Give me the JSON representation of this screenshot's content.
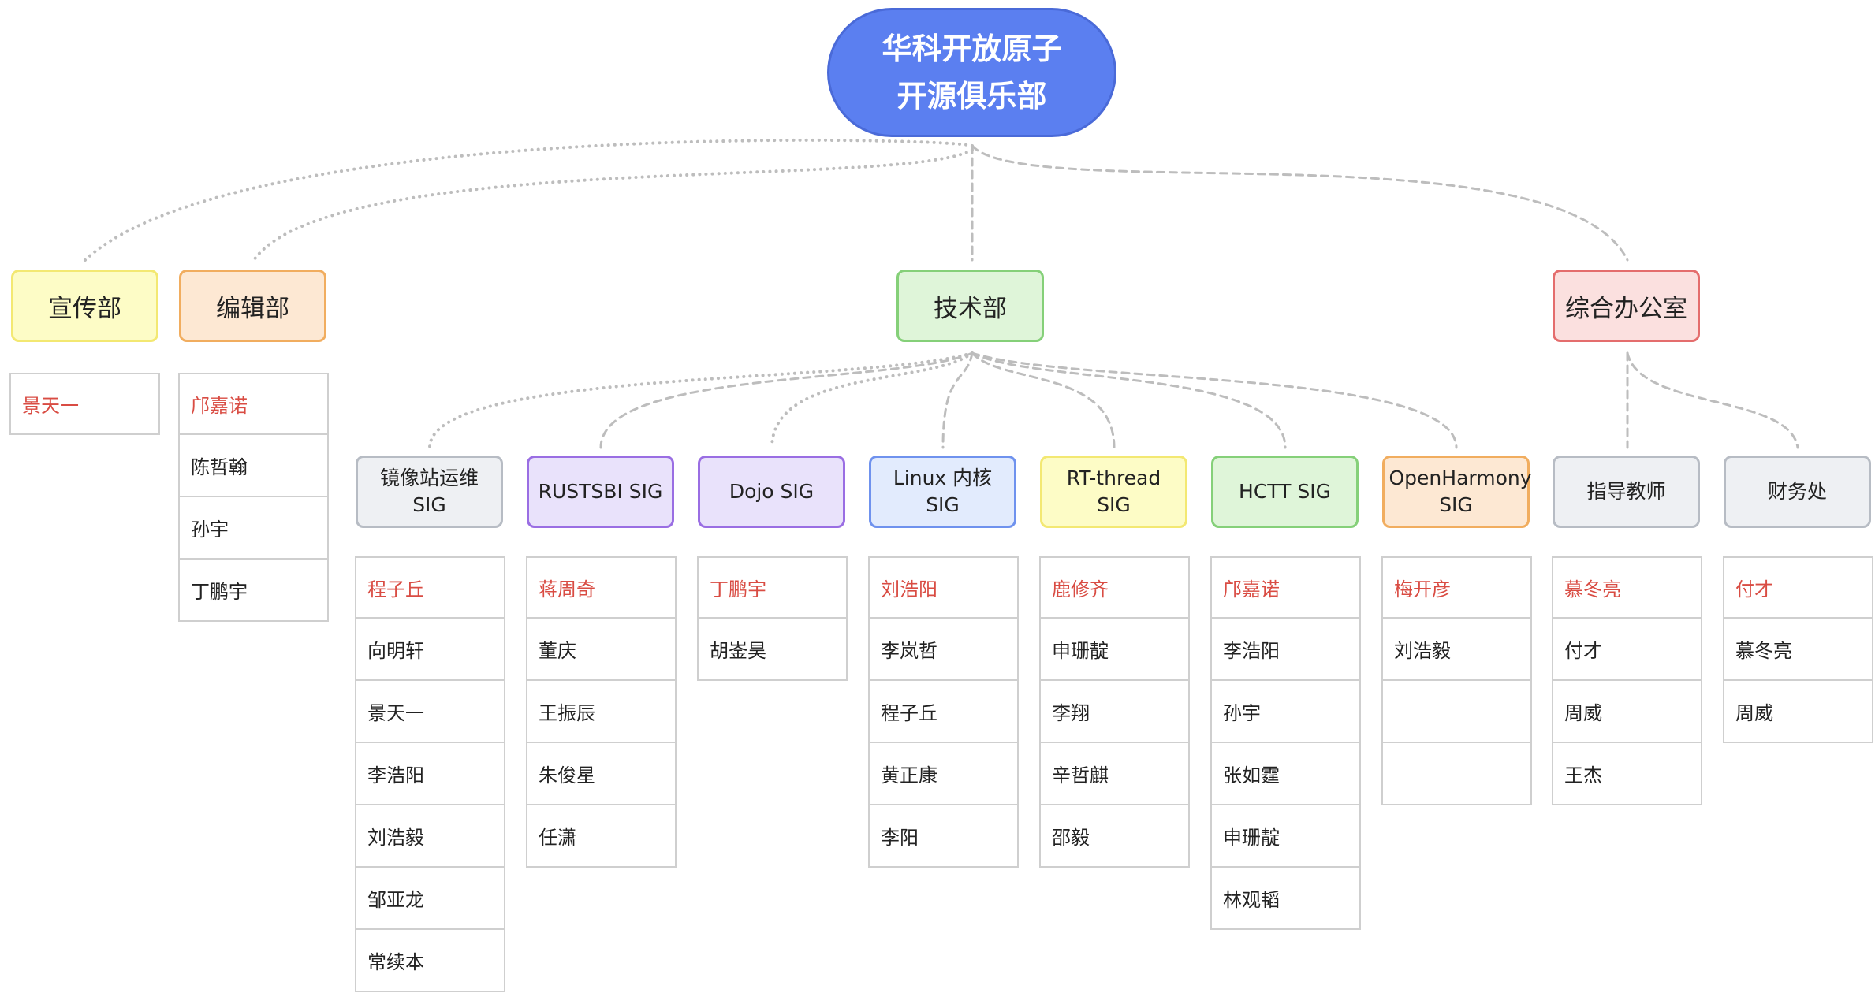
{
  "root": {
    "line1": "华科开放原子",
    "line2": "开源俱乐部"
  },
  "colors": {
    "root": "#5b7ff0",
    "yellow": {
      "fill": "#fdfcc6",
      "border": "#f3e872"
    },
    "orange": {
      "fill": "#fde8d3",
      "border": "#f1ad5f"
    },
    "green": {
      "fill": "#dff5d9",
      "border": "#85d079"
    },
    "red": {
      "fill": "#fbe0df",
      "border": "#e46d6d"
    },
    "purple": {
      "fill": "#e9e2fb",
      "border": "#9a6ee3"
    },
    "blue": {
      "fill": "#e2ebfd",
      "border": "#6f92ee"
    },
    "gray": {
      "fill": "#eef0f3",
      "border": "#b7bcc4"
    },
    "leader_text": "#d94c43",
    "connector": "#bdbdbd"
  },
  "departments": [
    {
      "label": "宣传部",
      "members": [
        "景天一"
      ]
    },
    {
      "label": "编辑部",
      "members": [
        "邝嘉诺",
        "陈哲翰",
        "孙宇",
        "丁鹏宇"
      ]
    },
    {
      "label": "技术部",
      "members": []
    },
    {
      "label": "综合办公室",
      "members": []
    }
  ],
  "sigs": [
    {
      "label": "镜像站运维 SIG",
      "members": [
        "程子丘",
        "向明轩",
        "景天一",
        "李浩阳",
        "刘浩毅",
        "邹亚龙",
        "常续本"
      ]
    },
    {
      "label": "RUSTSBI SIG",
      "members": [
        "蒋周奇",
        "董庆",
        "王振辰",
        "朱俊星",
        "任潇"
      ]
    },
    {
      "label": "Dojo SIG",
      "members": [
        "丁鹏宇",
        "胡崟昊"
      ]
    },
    {
      "label": "Linux 内核 SIG",
      "members": [
        "刘浩阳",
        "李岚哲",
        "程子丘",
        "黄正康",
        "李阳"
      ]
    },
    {
      "label": "RT-thread SIG",
      "members": [
        "鹿修齐",
        "申珊靛",
        "李翔",
        "辛哲麒",
        "邵毅"
      ]
    },
    {
      "label": "HCTT SIG",
      "members": [
        "邝嘉诺",
        "李浩阳",
        "孙宇",
        "张如霆",
        "申珊靛",
        "林观韬"
      ]
    },
    {
      "label": "OpenHarmony SIG",
      "members": [
        "梅开彦",
        "刘浩毅",
        "",
        ""
      ]
    }
  ],
  "office": [
    {
      "label": "指导教师",
      "members": [
        "慕冬亮",
        "付才",
        "周威",
        "王杰"
      ]
    },
    {
      "label": "财务处",
      "members": [
        "付才",
        "慕冬亮",
        "周威"
      ]
    }
  ]
}
